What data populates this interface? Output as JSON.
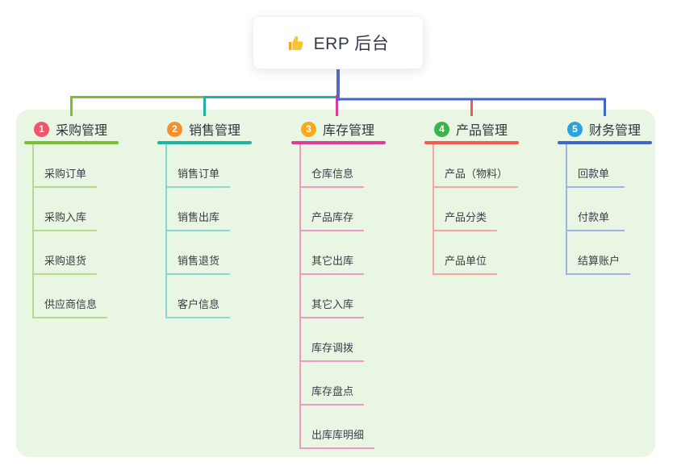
{
  "root": {
    "title": "ERP 后台",
    "icon": "thumbs-up-icon"
  },
  "colors": {
    "root_line": "#5668c3",
    "panel_bg": "#e8f6e3",
    "title_text": "#333a45",
    "thumb_yellow": "#f7c531",
    "thumb_sleeve": "#eda832"
  },
  "branches": [
    {
      "index": "1",
      "title": "采购管理",
      "badge_color": "#f1556c",
      "line_color": "#7cbe36",
      "child_line_color": "#b6da8b",
      "children": [
        "采购订单",
        "采购入库",
        "采购退货",
        "供应商信息"
      ]
    },
    {
      "index": "2",
      "title": "销售管理",
      "badge_color": "#f7902c",
      "line_color": "#1fb3a2",
      "child_line_color": "#8ad8cd",
      "children": [
        "销售订单",
        "销售出库",
        "销售退货",
        "客户信息"
      ]
    },
    {
      "index": "3",
      "title": "库存管理",
      "badge_color": "#f9a91c",
      "line_color": "#de3d97",
      "child_line_color": "#ee9ac8",
      "children": [
        "仓库信息",
        "产品库存",
        "其它出库",
        "其它入库",
        "库存调拨",
        "库存盘点",
        "出库库明细"
      ]
    },
    {
      "index": "4",
      "title": "产品管理",
      "badge_color": "#3cb44b",
      "line_color": "#f15b52",
      "child_line_color": "#f7a7a1",
      "children": [
        "产品（物料）",
        "产品分类",
        "产品单位"
      ]
    },
    {
      "index": "5",
      "title": "财务管理",
      "badge_color": "#2ba4dd",
      "line_color": "#4067c5",
      "child_line_color": "#9fb4e2",
      "children": [
        "回款单",
        "付款单",
        "结算账户"
      ]
    }
  ]
}
